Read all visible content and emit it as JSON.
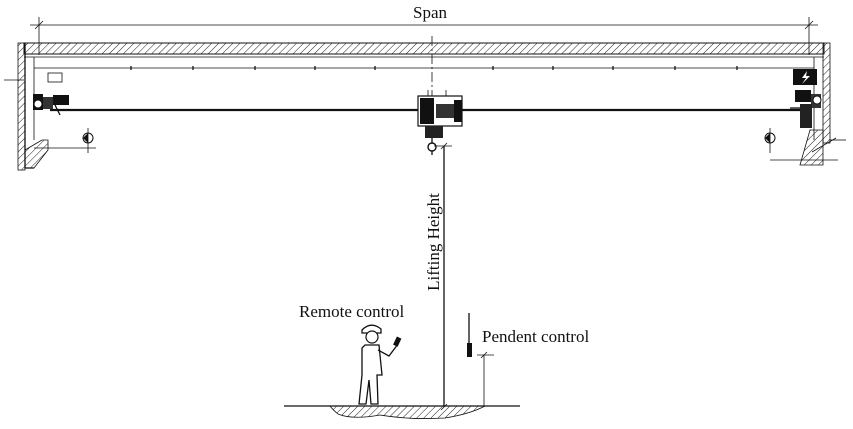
{
  "diagram": {
    "labels": {
      "span": "Span",
      "lifting_height": "Lifting Height",
      "remote_control": "Remote control",
      "pendent_control": "Pendent control"
    },
    "colors": {
      "line": "#111111",
      "background": "#ffffff"
    },
    "icons": [
      "hatch-pattern",
      "hook-icon",
      "operator-figure",
      "pendant-icon",
      "level-marker-icon",
      "lightning-icon"
    ]
  }
}
